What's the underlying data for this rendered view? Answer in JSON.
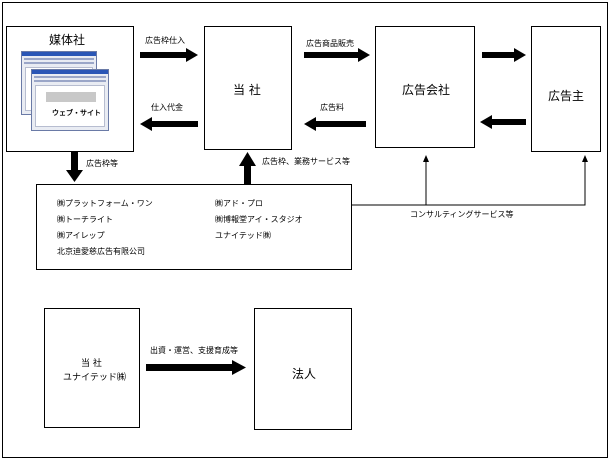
{
  "boxes": {
    "media": "媒体社",
    "website": "ウェブ・サイト",
    "company": "当 社",
    "agency": "広告会社",
    "advertiser": "広告主",
    "bottom_company_line1": "当 社",
    "bottom_company_line2": "ユナイテッド㈱",
    "corporation": "法人"
  },
  "arrows": {
    "ad_slot_purchase": "広告枠仕入",
    "purchase_payment": "仕入代金",
    "ad_product_sales": "広告商品販売",
    "ad_fee": "広告料",
    "ad_slot_etc": "広告枠等",
    "ad_slot_services": "広告枠、業務サービス等",
    "consulting": "コンサルティングサービス等",
    "investment": "出資・運営、支援育成等"
  },
  "platform": {
    "left": [
      "㈱プラットフォーム・ワン",
      "㈱トーチライト",
      "㈱アイレップ",
      "北京迪愛慈広告有限公司"
    ],
    "right": [
      "㈱アド・プロ",
      "㈱博報堂アイ・スタジオ",
      "ユナイテッド㈱"
    ]
  }
}
